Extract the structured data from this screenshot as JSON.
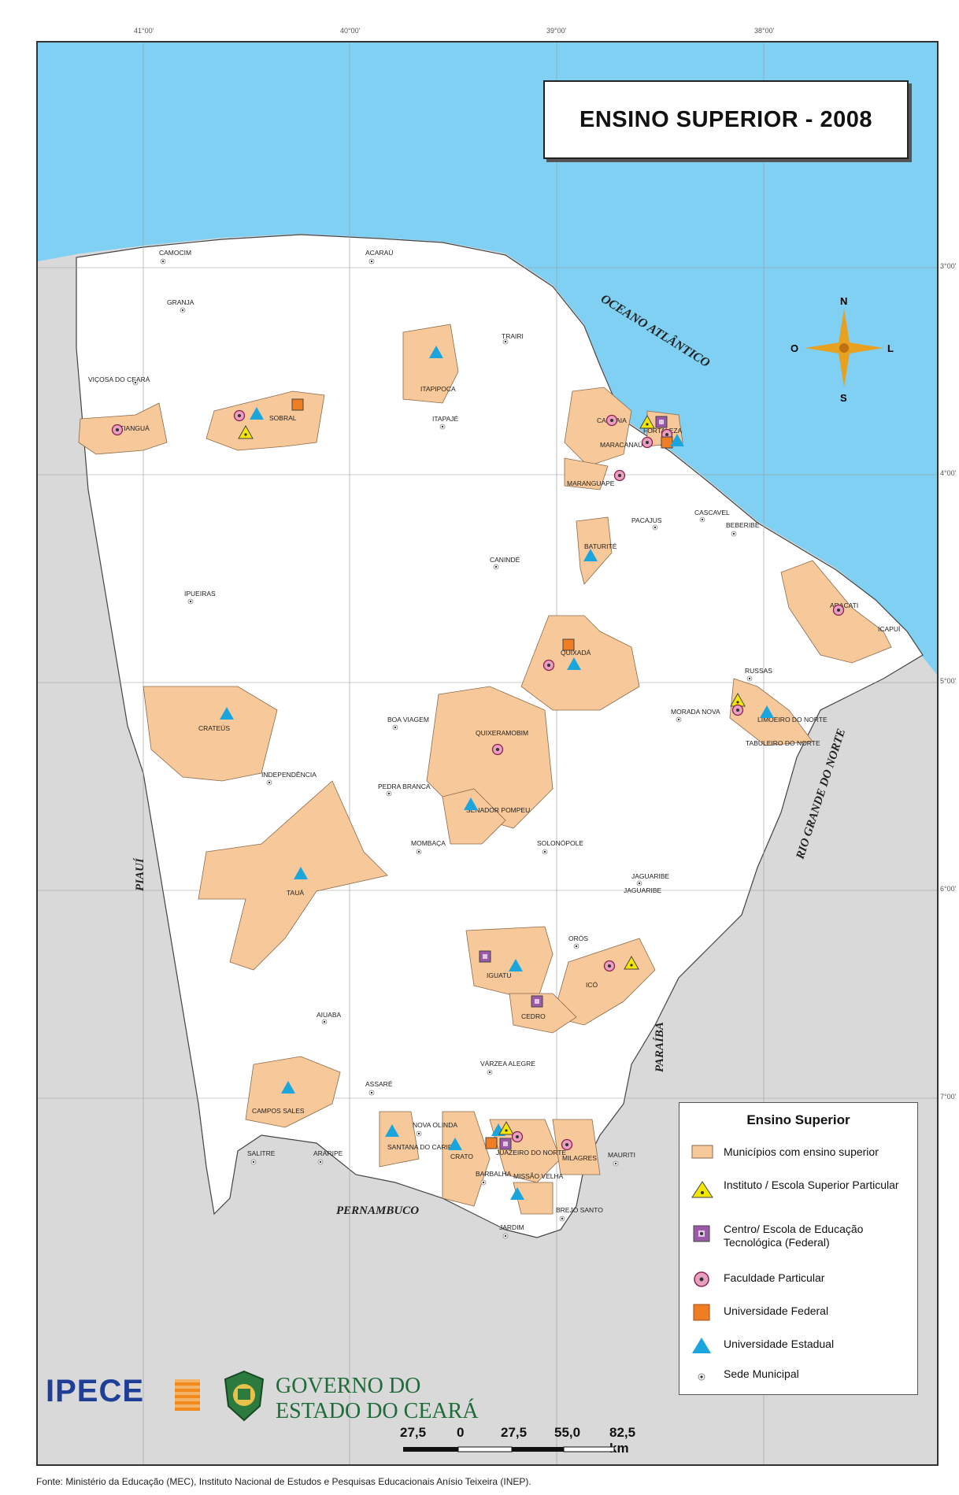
{
  "title": "ENSINO SUPERIOR - 2008",
  "coords": {
    "top": [
      "41°00'",
      "40°00'",
      "39°00'",
      "38°00'"
    ],
    "right": [
      "3°00'",
      "4°00'",
      "5°00'",
      "6°00'",
      "7°00'"
    ]
  },
  "labels": {
    "ocean": "OCEANO ATLÂNTICO",
    "piaui": "PIAUÍ",
    "pernambuco": "PERNAMBUCO",
    "paraiba": "PARAÍBA",
    "rgn": "RIO GRANDE DO NORTE",
    "compass_n": "N",
    "compass_s": "S",
    "compass_l": "L",
    "compass_o": "O"
  },
  "colors": {
    "ocean": "#7fd0f2",
    "neighbor": "#d9d9d9",
    "ceara": "#ffffff",
    "highlight": "#f7c99a",
    "institute": "#f3e600",
    "centro": "#9b59a8",
    "faculdade": "#e8a0c0",
    "federal": "#ef7d22",
    "estadual": "#1aa5dd"
  },
  "cities": {
    "tiangua": "TIANGUÁ",
    "sobral": "SOBRAL",
    "itapipoca": "ITAPIPOCA",
    "caucaia": "CAUCAIA",
    "fortaleza": "FORTALEZA",
    "maracanau": "MARACANAÚ",
    "maranguape": "MARANGUAPE",
    "baturite": "BATURITÉ",
    "quixada": "QUIXADÁ",
    "aracati": "ARACATI",
    "russas": "RUSSAS",
    "limoeiro": "LIMOEIRO DO NORTE",
    "crateus": "CRATEÚS",
    "quixeramobim": "QUIXERAMOBIM",
    "senador": "SENADOR POMPEU",
    "taua": "TAUÁ",
    "iguatu": "IGUATU",
    "ico": "ICÓ",
    "cedro": "CEDRO",
    "campos_sales": "CAMPOS SALES",
    "santana": "SANTANA DO CARIRI",
    "crato": "CRATO",
    "juazeiro": "JUAZEIRO DO NORTE",
    "barbalha": "BARBALHA",
    "missao_velha": "MISSÃO VELHA",
    "milagres": "MILAGRES",
    "camocim": "CAMOCIM",
    "acarau": "ACARAÚ",
    "granja": "GRANJA",
    "canindé": "CANINDÉ",
    "jaguaribe": "JAGUARIBE",
    "independencia": "INDEPENDÊNCIA",
    "boa_viagem": "BOA VIAGEM",
    "mombaca": "MOMBAÇA",
    "aiuaba": "AIUABA",
    "assare": "ASSARÉ",
    "brejo_santo": "BREJO SANTO",
    "jardim": "JARDIM",
    "ipueiras": "IPUEIRAS",
    "trairi": "TRAIRI",
    "pacajus": "PACAJUS",
    "beberibe": "BEBERIBE",
    "morada_nova": "MORADA NOVA",
    "tabuleiro": "TABULEIRO DO NORTE",
    "salitre": "SALITRE",
    "araripe": "ARARIPE",
    "nova_olinda": "NOVA OLINDA",
    "mauriti": "MAURITI",
    "varzea": "VÁRZEA ALEGRE",
    "orós": "ORÓS",
    "solonopole": "SOLONÓPOLE",
    "pedra_branca": "PEDRA BRANCA",
    "icapui": "ICAPUÍ",
    "cascavel": "CASCAVEL",
    "viçosa": "VIÇOSA DO CEARÁ",
    "itapaje": "ITAPAJÉ"
  },
  "legend": {
    "title": "Ensino Superior",
    "items": [
      {
        "key": "municipios",
        "label": "Municípios com ensino superior"
      },
      {
        "key": "instituto",
        "label": "Instituto / Escola Superior Particular"
      },
      {
        "key": "centro",
        "label": "Centro/ Escola de Educação Tecnológica (Federal)"
      },
      {
        "key": "faculdade",
        "label": "Faculdade Particular"
      },
      {
        "key": "federal",
        "label": "Universidade Federal"
      },
      {
        "key": "estadual",
        "label": "Universidade Estadual"
      },
      {
        "key": "sede",
        "label": "Sede Municipal"
      }
    ]
  },
  "logos": {
    "ipece": "IPECE",
    "gov_line1": "GOVERNO DO",
    "gov_line2": "ESTADO DO CEARÁ"
  },
  "scale": {
    "labels": [
      "27,5",
      "0",
      "27,5",
      "55,0",
      "82,5 km"
    ]
  },
  "footer": "Fonte: Ministério da Educação (MEC), Instituto Nacional de Estudos e Pesquisas Educacionais Anísio Teixeira (INEP)."
}
